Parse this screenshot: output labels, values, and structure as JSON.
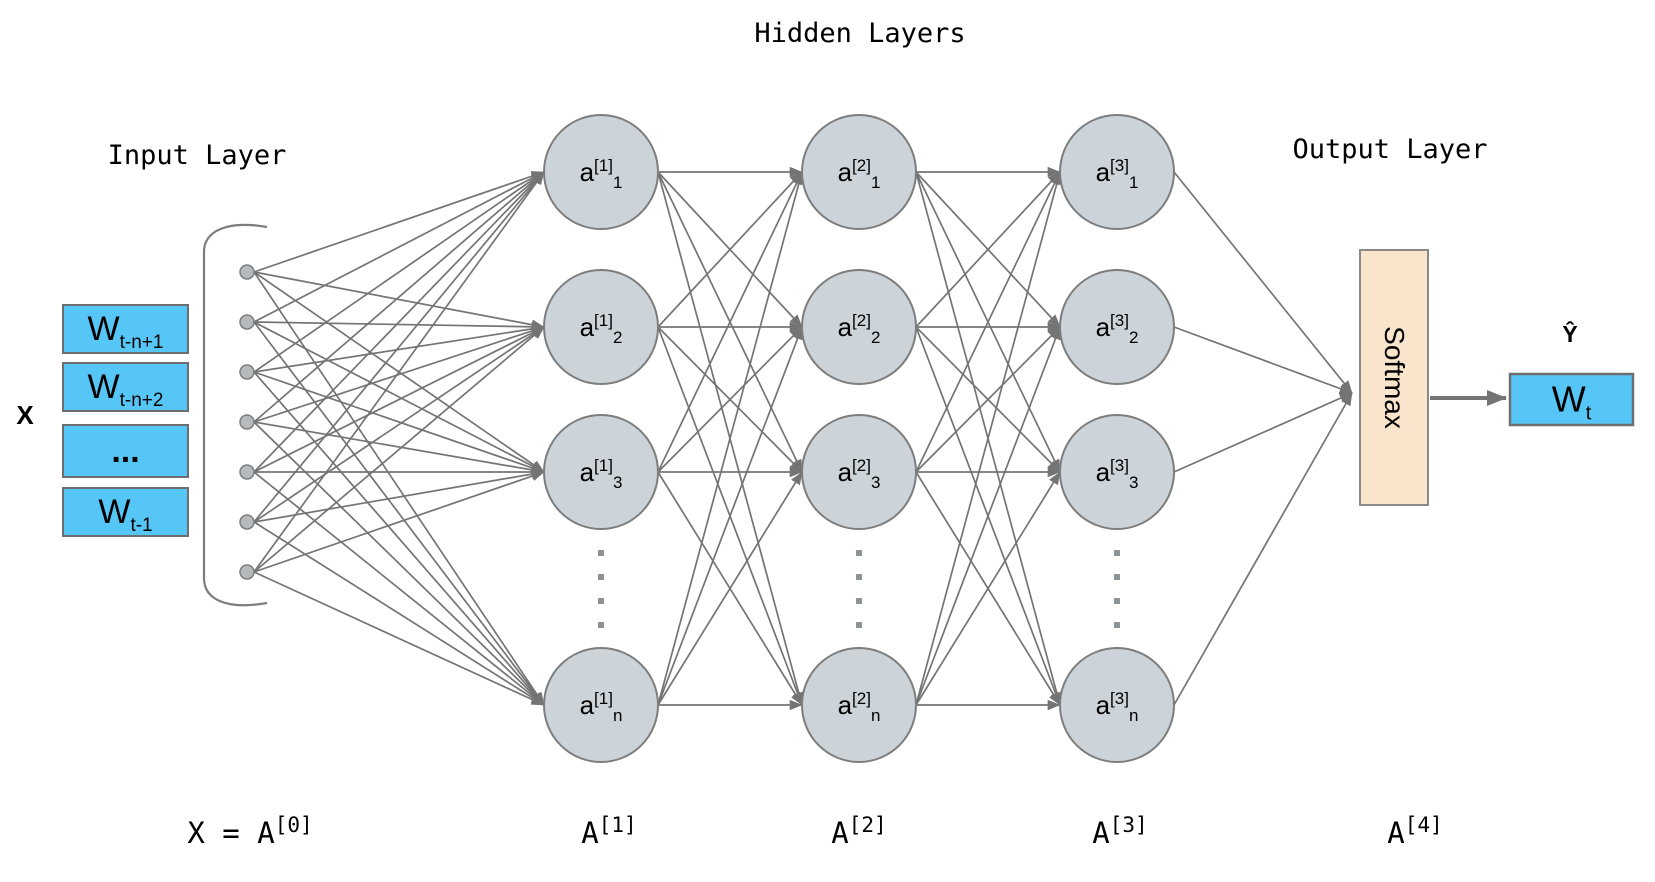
{
  "title": "Hidden Layers",
  "section_labels": {
    "input": "Input Layer",
    "output": "Output Layer"
  },
  "input": {
    "vector_label": "X",
    "boxes": [
      {
        "base": "W",
        "sub": "t-n+1"
      },
      {
        "base": "W",
        "sub": "t-n+2"
      },
      {
        "base": "...",
        "sub": ""
      },
      {
        "base": "W",
        "sub": "t-1"
      }
    ],
    "node_count": 7
  },
  "hidden_layers": [
    {
      "nodes": [
        {
          "base": "a",
          "sup": "[1]",
          "sub": "1"
        },
        {
          "base": "a",
          "sup": "[1]",
          "sub": "2"
        },
        {
          "base": "a",
          "sup": "[1]",
          "sub": "3"
        },
        {
          "base": "a",
          "sup": "[1]",
          "sub": "n"
        }
      ]
    },
    {
      "nodes": [
        {
          "base": "a",
          "sup": "[2]",
          "sub": "1"
        },
        {
          "base": "a",
          "sup": "[2]",
          "sub": "2"
        },
        {
          "base": "a",
          "sup": "[2]",
          "sub": "3"
        },
        {
          "base": "a",
          "sup": "[2]",
          "sub": "n"
        }
      ]
    },
    {
      "nodes": [
        {
          "base": "a",
          "sup": "[3]",
          "sub": "1"
        },
        {
          "base": "a",
          "sup": "[3]",
          "sub": "2"
        },
        {
          "base": "a",
          "sup": "[3]",
          "sub": "3"
        },
        {
          "base": "a",
          "sup": "[3]",
          "sub": "n"
        }
      ]
    }
  ],
  "softmax_label": "Softmax",
  "output": {
    "y_hat": "Ŷ",
    "box": {
      "base": "W",
      "sub": "t"
    }
  },
  "bottom_labels": [
    {
      "base": "X = A",
      "sup": "[0]"
    },
    {
      "base": "A",
      "sup": "[1]"
    },
    {
      "base": "A",
      "sup": "[2]"
    },
    {
      "base": "A",
      "sup": "[3]"
    },
    {
      "base": "A",
      "sup": "[4]"
    }
  ],
  "colors": {
    "node_fill": "#ccd4d9",
    "node_stroke": "#7d7d7d",
    "input_node_fill": "#b6babd",
    "line": "#747474",
    "box_blue": "#55c6f5",
    "box_blue_stroke": "#6e6e6e",
    "softmax_fill": "#f9e4cc",
    "softmax_stroke": "#8a8a8a",
    "dots": "#8e9398",
    "text": "#000000"
  }
}
